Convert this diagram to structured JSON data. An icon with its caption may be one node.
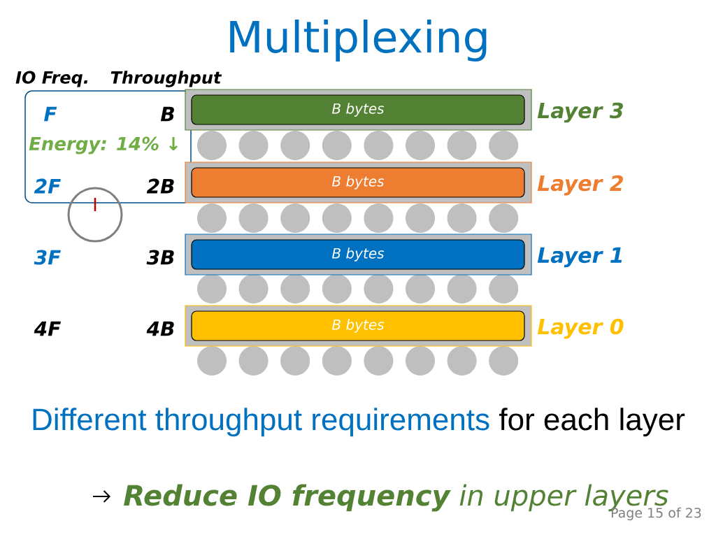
{
  "diagram": {
    "title": "Multiplexing",
    "nodes": [
      {
        "text": [
          "F",
          "B",
          "Energy: 14% ↓",
          "2F",
          "2B"
        ]
      },
      {
        "text": [
          "B bytes"
        ],
        "beside": [
          "Layer 3"
        ]
      },
      {
        "text": [
          "B bytes"
        ],
        "beside": [
          "Layer 2"
        ]
      },
      {
        "text": [
          "B bytes"
        ],
        "beside": [
          "Layer 1"
        ]
      },
      {
        "text": [
          "B bytes"
        ],
        "beside": [
          "Layer 0"
        ]
      }
    ],
    "labels": [
      "IO Freq.",
      "Throughput",
      "3F",
      "3B",
      "4F",
      "4B",
      "Different throughput requirements",
      "for each layer",
      "**Reduce IO frequency** in upper layers",
      "Page 15 of 23"
    ]
  }
}
